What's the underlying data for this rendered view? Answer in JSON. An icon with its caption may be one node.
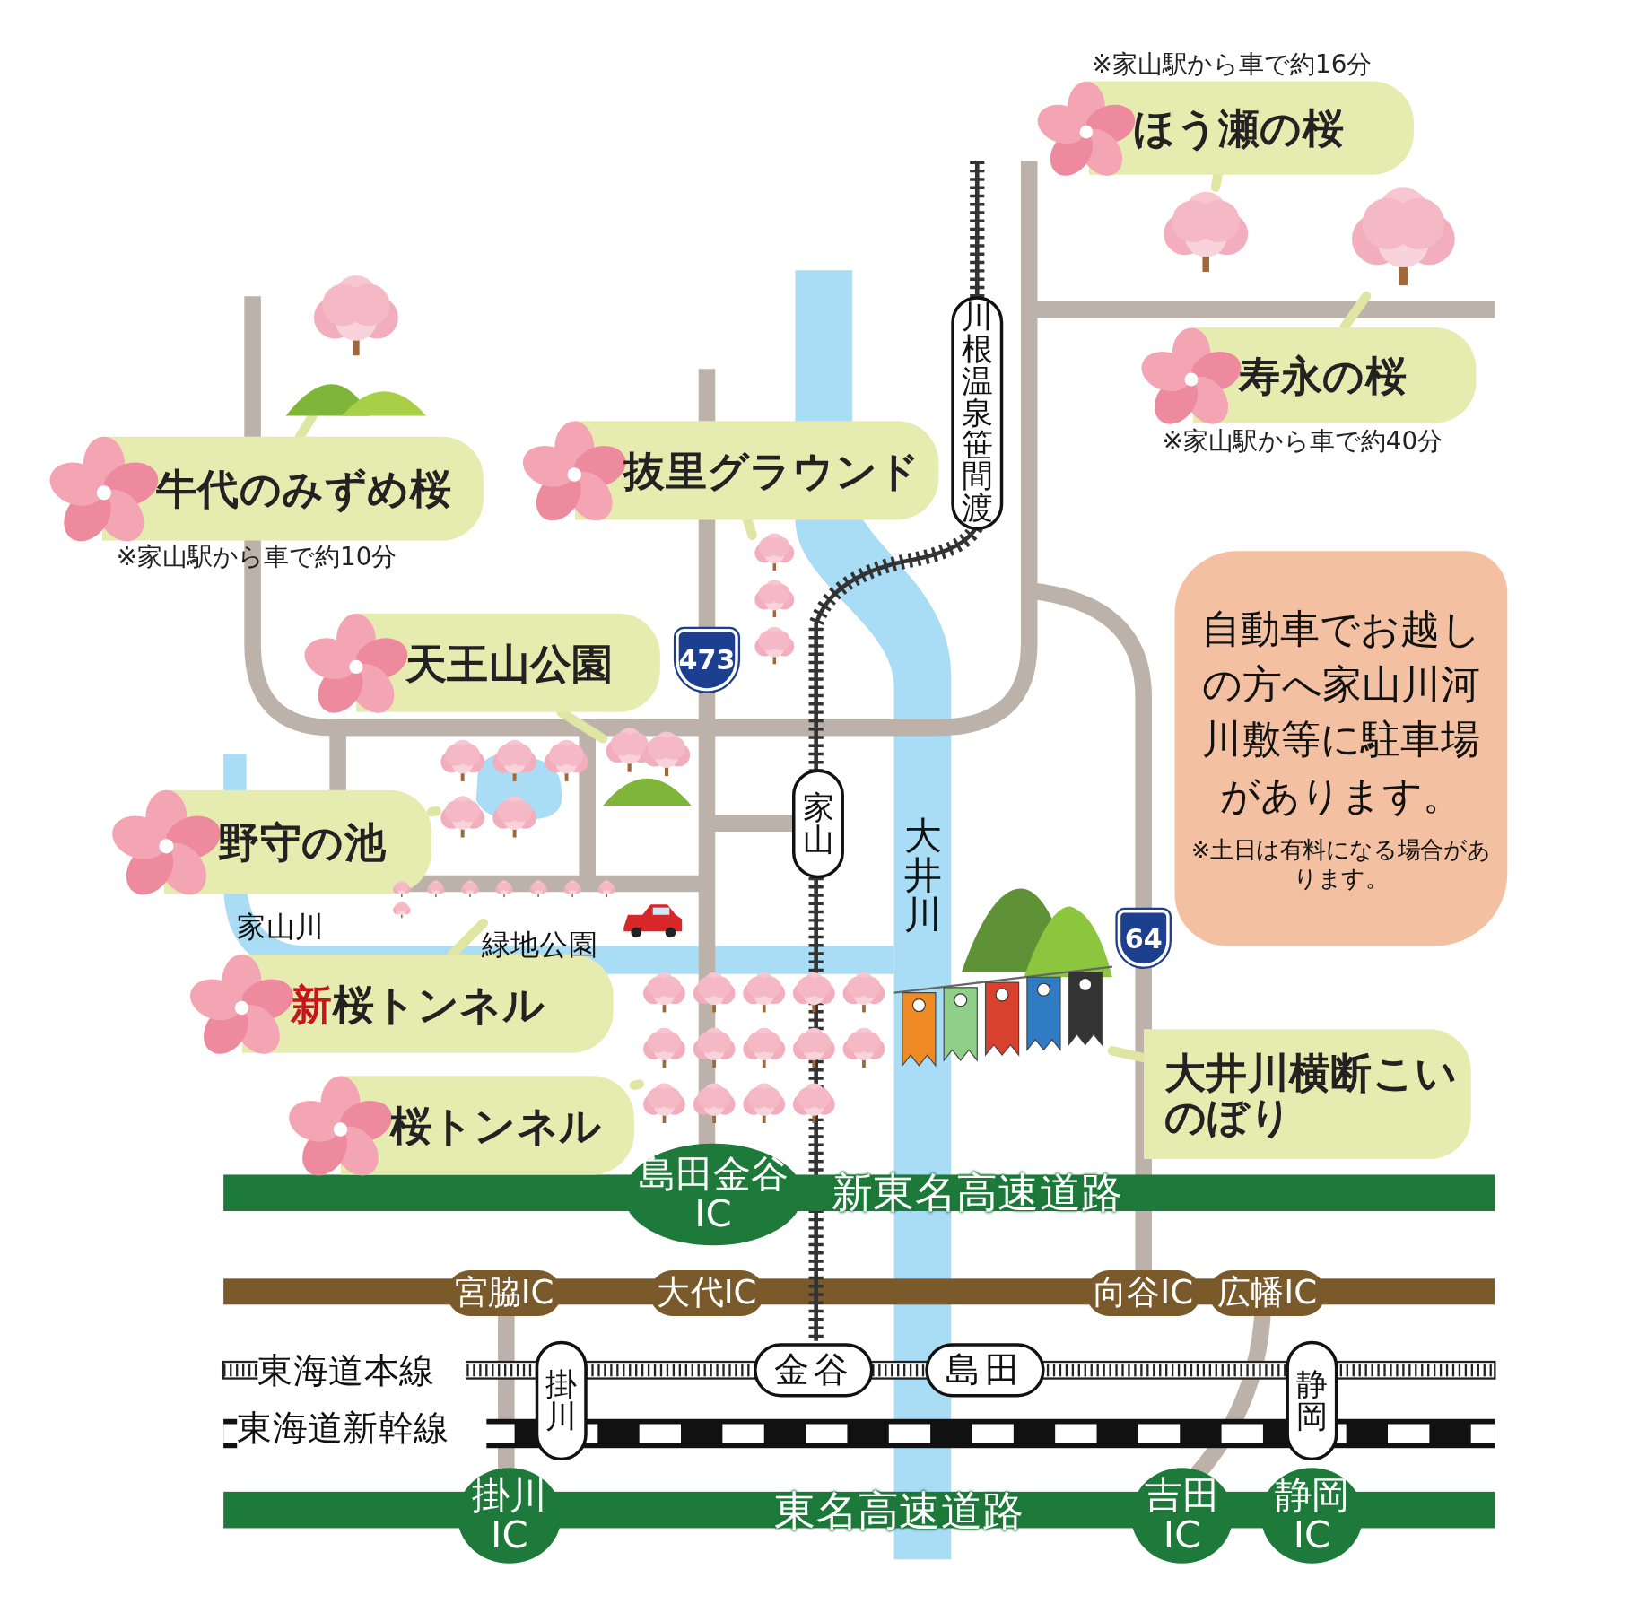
{
  "diagram": {
    "nodes": [
      {
        "text": [
          "ほう瀬の桜"
        ],
        "beside": [
          "※家山駅から車で約16分"
        ]
      },
      {
        "text": [],
        "shape": "picture"
      },
      {
        "text": [],
        "shape": "picture"
      },
      {
        "text": [
          "寿永の桜"
        ],
        "beside": [
          "※家山駅から車で約40分"
        ]
      },
      {
        "text": [],
        "shape": "picture"
      },
      {
        "text": [
          "牛代のみずめ桜"
        ],
        "beside": [
          "※家山駅から車で約10分"
        ]
      },
      {
        "text": [
          "抜里グラウンド"
        ]
      },
      {
        "text": [],
        "shape": "picture"
      },
      {
        "text": [
          "川根温泉笹間渡"
        ]
      },
      {
        "text": [
          "天王山公園"
        ]
      },
      {
        "text": [
          "473"
        ]
      },
      {
        "text": [],
        "shape": "picture"
      },
      {
        "text": [
          "野守の池"
        ]
      },
      {
        "text": [],
        "shape": "picture"
      },
      {
        "text": [
          "家山"
        ]
      },
      {
        "text": [
          "新桜トンネル"
        ]
      },
      {
        "text": [],
        "shape": "picture"
      },
      {
        "text": [
          "桜トンネル"
        ]
      },
      {
        "text": [],
        "shape": "picture"
      },
      {
        "text": [
          "自動車でお越しの方へ家山川河川敷等に駐車場があります。",
          "※土日は有料になる場合があります。"
        ]
      },
      {
        "text": [
          "64"
        ]
      },
      {
        "text": [],
        "shape": "picture"
      },
      {
        "text": [
          "大井川横断こいのぼり"
        ]
      },
      {
        "text": [
          "島田金谷IC"
        ]
      },
      {
        "text": [
          "宮脇IC"
        ]
      },
      {
        "text": [
          "大代IC"
        ]
      },
      {
        "text": [
          "向谷IC"
        ]
      },
      {
        "text": [
          "広幡IC"
        ]
      },
      {
        "text": [
          "掛川"
        ]
      },
      {
        "text": [
          "金谷"
        ]
      },
      {
        "text": [
          "島田"
        ]
      },
      {
        "text": [
          "静岡"
        ]
      },
      {
        "text": [
          "掛川IC"
        ]
      },
      {
        "text": [
          "吉田IC"
        ]
      },
      {
        "text": [
          "静岡IC"
        ]
      }
    ],
    "edges": [
      {
        "from": 0,
        "to": 1,
        "arrow": "none"
      },
      {
        "from": 3,
        "to": 2,
        "arrow": "none"
      },
      {
        "from": 5,
        "to": 4,
        "arrow": "none"
      },
      {
        "from": 6,
        "to": 7,
        "arrow": "none"
      },
      {
        "from": 9,
        "to": 11,
        "arrow": "none"
      },
      {
        "from": 12,
        "to": 13,
        "arrow": "none"
      },
      {
        "from": 15,
        "to": 16,
        "arrow": "none"
      },
      {
        "from": 17,
        "to": 18,
        "arrow": "none"
      },
      {
        "from": 22,
        "to": 21,
        "arrow": "none"
      }
    ],
    "labels": [
      "大井川",
      "家山川",
      "緑地公園",
      "新東名高速道路",
      "東海道本線",
      "東海道新幹線",
      "東名高速道路"
    ]
  }
}
